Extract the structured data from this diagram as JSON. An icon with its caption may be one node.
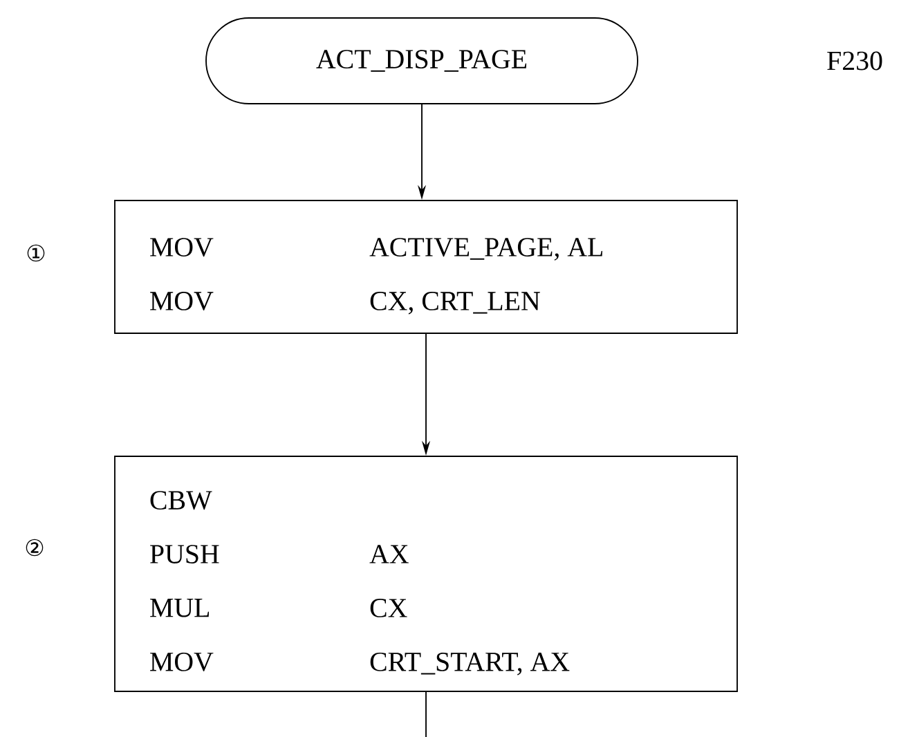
{
  "diagram": {
    "nodes": [
      {
        "text": [
          "ACT_DISP_PAGE"
        ]
      },
      {
        "text": [
          "MOV",
          "ACTIVE_PAGE, AL",
          "MOV",
          "CX, CRT_LEN"
        ]
      },
      {
        "text": [
          "CBW",
          "PUSH",
          "AX",
          "MUL",
          "CX",
          "MOV",
          "CRT_START, AX"
        ]
      }
    ],
    "edges": [
      {
        "from": 0,
        "to": 1,
        "arrow": "to"
      },
      {
        "from": 1,
        "to": 2,
        "arrow": "to"
      },
      {
        "from": 2,
        "to": null,
        "arrow": "none"
      }
    ],
    "labels": [
      "F230",
      "①",
      "②"
    ]
  }
}
